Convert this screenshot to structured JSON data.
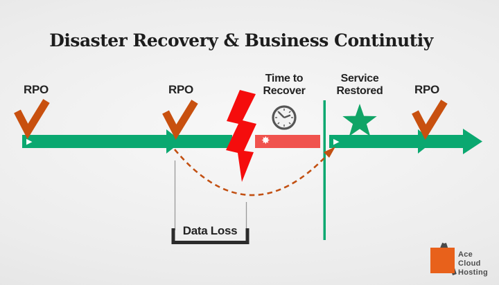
{
  "title": "Disaster Recovery & Business Continutiy",
  "labels": {
    "rpo_first": "RPO",
    "rpo_second": "RPO",
    "rpo_third": "RPO",
    "time_to_recover_line1": "Time to",
    "time_to_recover_line2": "Recover",
    "service_restored_line1": "Service",
    "service_restored_line2": "Restored",
    "data_loss": "Data Loss"
  },
  "icons": {
    "play_glyph": "▶",
    "burst_glyph": "✸",
    "checkmark": "orange-checkmark",
    "lightning": "red-lightning-bolt",
    "clock": "gray-outline-clock",
    "star": "green-five-point-star"
  },
  "logo": {
    "line1": "Ace",
    "line2": "Cloud",
    "line3": "Hosting"
  },
  "colors": {
    "background": "#ececec",
    "timeline_green": "#0aa870",
    "checkmark_orange": "#c8500f",
    "bolt_red": "#f50d0d",
    "recovery_bar_red": "#f0534e",
    "arc_orange": "#c25012",
    "text_dark": "#1f1f1f",
    "clock_gray": "#555555",
    "bracket_dark": "#2b2b2b",
    "logo_orange": "#e8611b",
    "logo_gray": "#4d4d4d"
  }
}
